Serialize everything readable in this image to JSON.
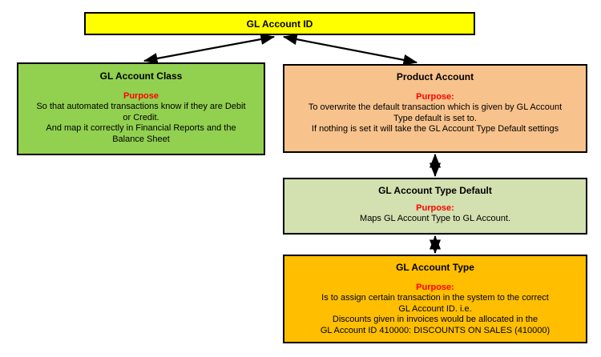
{
  "diagram": {
    "title_node": {
      "label": "GL Account ID",
      "color": "#FFFF00"
    },
    "nodes": [
      {
        "id": "gl-account-class",
        "title": "GL Account Class",
        "purpose_label": "Purpose",
        "color": "#92D050",
        "body": [
          "So that automated transactions know if they are Debit",
          "or Credit.",
          "And map it correctly in Financial Reports and the",
          "Balance Sheet"
        ]
      },
      {
        "id": "product-account",
        "title": "Product Account",
        "purpose_label": "Purpose:",
        "color": "#F8C28C",
        "body": [
          "To overwrite the default transaction which is given by GL Account",
          "Type default is set to.",
          "If nothing is set it will take the GL Account Type Default settings"
        ]
      },
      {
        "id": "gl-account-type-default",
        "title": "GL Account Type Default",
        "purpose_label": "Purpose:",
        "color": "#D3E0B0",
        "body": [
          "Maps GL Account Type  to GL Account."
        ]
      },
      {
        "id": "gl-account-type",
        "title": "GL Account Type",
        "purpose_label": "Purpose:",
        "color": "#FFBF00",
        "body": [
          "Is to assign certain transaction in the system to the correct",
          "GL Account ID. i.e.",
          "Discounts given in invoices would be allocated in the",
          "GL Account ID 410000: DISCOUNTS ON SALES (410000)"
        ]
      }
    ],
    "connectors": [
      {
        "name": "gl-account-id-to-gl-account-class",
        "style": "double-headed",
        "from": "GL Account ID",
        "to": "GL Account Class"
      },
      {
        "name": "gl-account-id-to-product-account",
        "style": "double-headed",
        "from": "GL Account ID",
        "to": "Product Account"
      },
      {
        "name": "product-account-to-gl-account-type-default",
        "style": "double-headed",
        "from": "Product Account",
        "to": "GL Account Type Default"
      },
      {
        "name": "gl-account-type-default-to-gl-account-type",
        "style": "double-headed",
        "from": "GL Account Type Default",
        "to": "GL Account Type"
      }
    ],
    "arrow_color": "#000000"
  }
}
